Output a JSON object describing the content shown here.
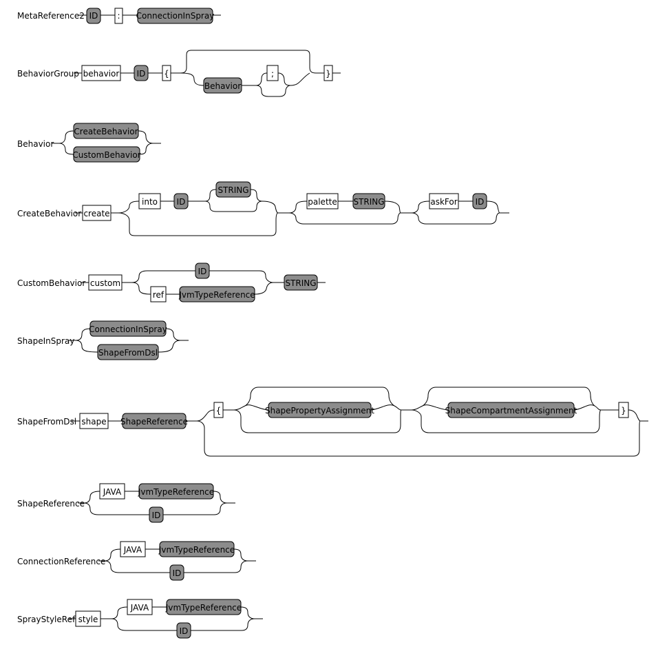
{
  "rules": [
    {
      "name": "MetaReference2",
      "nodes": [
        {
          "kind": "nt",
          "text": "ID"
        },
        {
          "kind": "kw",
          "text": ":"
        },
        {
          "kind": "nt",
          "text": "ConnectionInSpray"
        }
      ]
    },
    {
      "name": "BehaviorGroup",
      "nodes": [
        {
          "kind": "kw",
          "text": "behavior"
        },
        {
          "kind": "nt",
          "text": "ID"
        },
        {
          "kind": "kw",
          "text": "{"
        },
        {
          "kind": "nt",
          "text": "Behavior"
        },
        {
          "kind": "kw",
          "text": ";"
        },
        {
          "kind": "kw",
          "text": "}"
        }
      ]
    },
    {
      "name": "Behavior",
      "nodes": [
        {
          "kind": "nt",
          "text": "CreateBehavior"
        },
        {
          "kind": "nt",
          "text": "CustomBehavior"
        }
      ]
    },
    {
      "name": "CreateBehavior",
      "nodes": [
        {
          "kind": "kw",
          "text": "create"
        },
        {
          "kind": "kw",
          "text": "into"
        },
        {
          "kind": "nt",
          "text": "ID"
        },
        {
          "kind": "nt",
          "text": "STRING"
        },
        {
          "kind": "kw",
          "text": "palette"
        },
        {
          "kind": "nt",
          "text": "STRING"
        },
        {
          "kind": "kw",
          "text": "askFor"
        },
        {
          "kind": "nt",
          "text": "ID"
        }
      ]
    },
    {
      "name": "CustomBehavior",
      "nodes": [
        {
          "kind": "kw",
          "text": "custom"
        },
        {
          "kind": "nt",
          "text": "ID"
        },
        {
          "kind": "kw",
          "text": "ref"
        },
        {
          "kind": "nt",
          "text": "JvmTypeReference"
        },
        {
          "kind": "nt",
          "text": "STRING"
        }
      ]
    },
    {
      "name": "ShapeInSpray",
      "nodes": [
        {
          "kind": "nt",
          "text": "ConnectionInSpray"
        },
        {
          "kind": "nt",
          "text": "ShapeFromDsl"
        }
      ]
    },
    {
      "name": "ShapeFromDsl",
      "nodes": [
        {
          "kind": "kw",
          "text": "shape"
        },
        {
          "kind": "nt",
          "text": "ShapeReference"
        },
        {
          "kind": "kw",
          "text": "{"
        },
        {
          "kind": "nt",
          "text": "ShapePropertyAssignment"
        },
        {
          "kind": "nt",
          "text": "ShapeCompartmentAssignment"
        },
        {
          "kind": "kw",
          "text": "}"
        }
      ]
    },
    {
      "name": "ShapeReference",
      "nodes": [
        {
          "kind": "kw",
          "text": "JAVA"
        },
        {
          "kind": "nt",
          "text": "JvmTypeReference"
        },
        {
          "kind": "nt",
          "text": "ID"
        }
      ]
    },
    {
      "name": "ConnectionReference",
      "nodes": [
        {
          "kind": "kw",
          "text": "JAVA"
        },
        {
          "kind": "nt",
          "text": "JvmTypeReference"
        },
        {
          "kind": "nt",
          "text": "ID"
        }
      ]
    },
    {
      "name": "SprayStyleRef",
      "nodes": [
        {
          "kind": "kw",
          "text": "style"
        },
        {
          "kind": "kw",
          "text": "JAVA"
        },
        {
          "kind": "nt",
          "text": "JvmTypeReference"
        },
        {
          "kind": "nt",
          "text": "ID"
        }
      ]
    }
  ],
  "colors": {
    "terminal_fill": "#ffffff",
    "nonterminal_fill": "#8c8c8c",
    "line": "#000000",
    "background": "#ffffff"
  }
}
